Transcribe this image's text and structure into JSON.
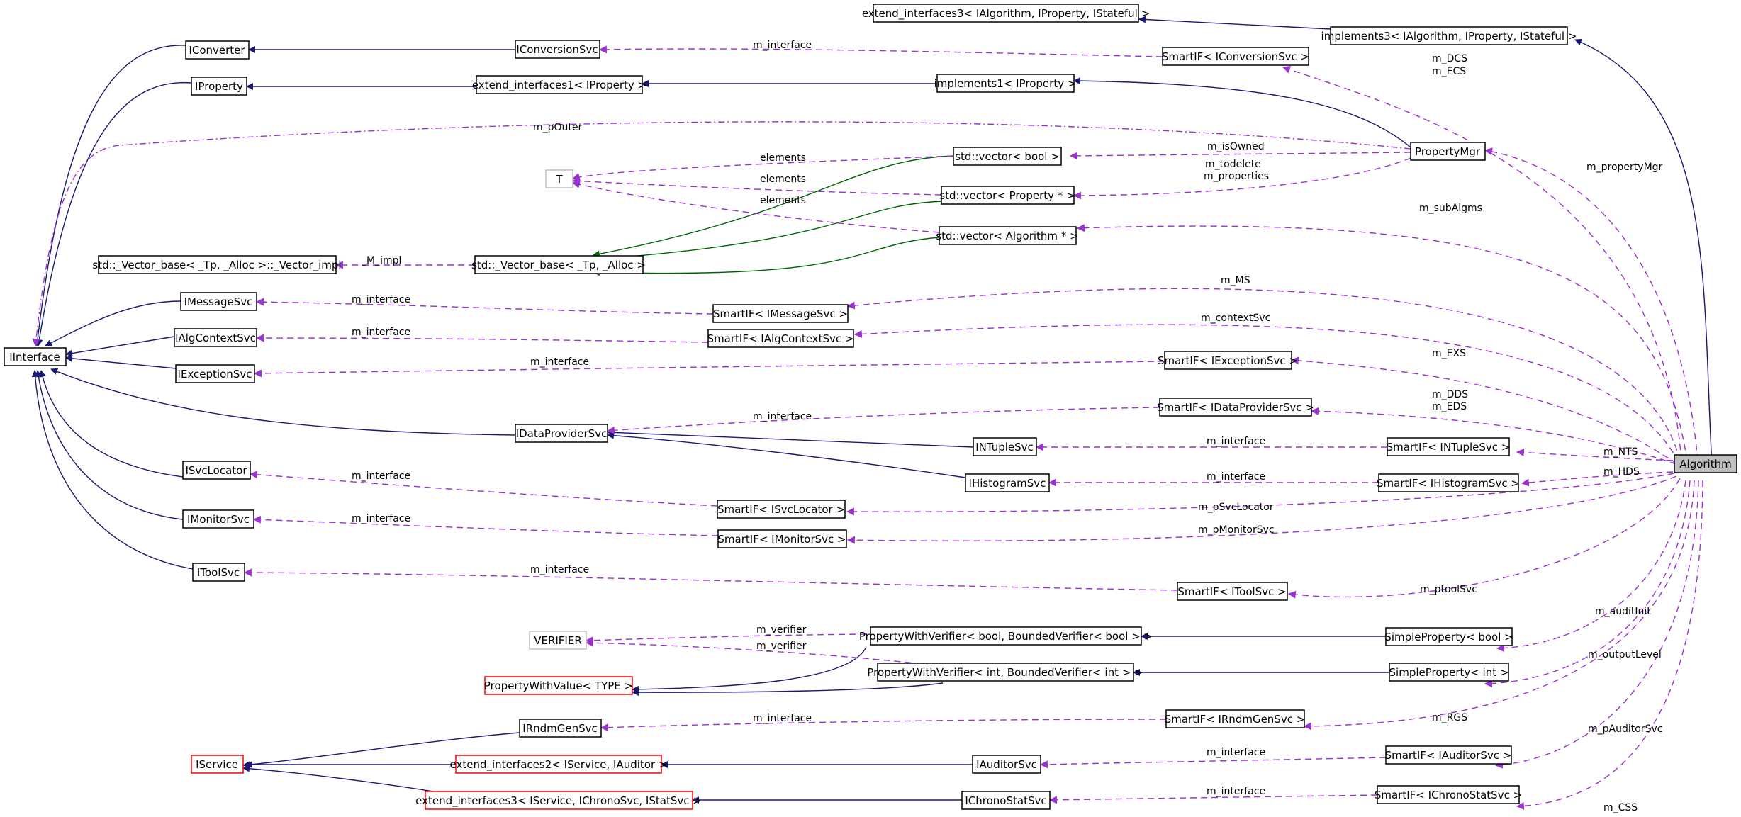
{
  "nodes": {
    "ext3a": "extend_interfaces3< IAlgorithm, IProperty, IStateful >",
    "impl3": "implements3< IAlgorithm, IProperty, IStateful >",
    "iconverter": "IConverter",
    "iconversionsvc": "IConversionSvc",
    "sm_iconversion": "SmartIF< IConversionSvc >",
    "iproperty": "IProperty",
    "ext1": "extend_interfaces1< IProperty >",
    "impl1": "implements1< IProperty >",
    "propertymgr": "PropertyMgr",
    "vec_bool": "std::vector< bool >",
    "t": "T",
    "vec_prop": "std::vector< Property * >",
    "vec_alg": "std::vector< Algorithm * >",
    "vbase_impl": "std::_Vector_base< _Tp, _Alloc >::_Vector_impl",
    "vbase": "std::_Vector_base< _Tp, _Alloc >",
    "imessagesvc": "IMessageSvc",
    "sm_imessage": "SmartIF< IMessageSvc >",
    "ialgcontextsvc": "IAlgContextSvc",
    "sm_ialgcontext": "SmartIF< IAlgContextSvc >",
    "iinterface": "IInterface",
    "iexceptionsvc": "IExceptionSvc",
    "sm_iexception": "SmartIF< IExceptionSvc >",
    "sm_idataprovider": "SmartIF< IDataProviderSvc >",
    "idataprovidersvc": "IDataProviderSvc",
    "intuplesvc": "INTupleSvc",
    "sm_intuple": "SmartIF< INTupleSvc >",
    "algorithm": "Algorithm",
    "isvclocator": "ISvcLocator",
    "ihistogramsvc": "IHistogramSvc",
    "sm_ihistogram": "SmartIF< IHistogramSvc >",
    "sm_isvclocator": "SmartIF< ISvcLocator >",
    "imonitorsvc": "IMonitorSvc",
    "sm_imonitor": "SmartIF< IMonitorSvc >",
    "itoolsvc": "IToolSvc",
    "sm_itool": "SmartIF< IToolSvc >",
    "verifier": "VERIFIER",
    "pwv_bool": "PropertyWithVerifier< bool, BoundedVerifier< bool > >",
    "sp_bool": "SimpleProperty< bool >",
    "pwv_int": "PropertyWithVerifier< int, BoundedVerifier< int > >",
    "sp_int": "SimpleProperty< int >",
    "pwvalue": "PropertyWithValue< TYPE >",
    "irndmgensvc": "IRndmGenSvc",
    "sm_irndmgen": "SmartIF< IRndmGenSvc >",
    "iservice": "IService",
    "ext2": "extend_interfaces2< IService, IAuditor >",
    "iauditorsvc": "IAuditorSvc",
    "sm_iauditor": "SmartIF< IAuditorSvc >",
    "ext3b": "extend_interfaces3< IService, IChronoSvc, IStatSvc >",
    "ichronostatsvc": "IChronoStatSvc",
    "sm_ichronostat": "SmartIF< IChronoStatSvc >"
  },
  "edge_labels": {
    "m_interface": "m_interface",
    "m_dcs": "m_DCS",
    "m_ecs": "m_ECS",
    "m_pouter": "m_pOuter",
    "elements": "elements",
    "m_isowned": "m_isOwned",
    "m_todelete": "m_todelete",
    "m_properties": "m_properties",
    "m_propertymgr": "m_propertyMgr",
    "m_subalgms": "m_subAlgms",
    "m_impl": "_M_impl",
    "m_ms": "m_MS",
    "m_contextsvc": "m_contextSvc",
    "m_exs": "m_EXS",
    "m_dds": "m_DDS",
    "m_eds": "m_EDS",
    "m_nts": "m_NTS",
    "m_hds": "m_HDS",
    "m_psvclocator": "m_pSvcLocator",
    "m_pmonitorsvc": "m_pMonitorSvc",
    "m_ptoolsvc": "m_ptoolSvc",
    "m_auditinit": "m_auditInit",
    "m_verifier": "m_verifier",
    "m_outputlevel": "m_outputLevel",
    "m_rgs": "m_RGS",
    "m_pauditorsvc": "m_pAuditorSvc",
    "m_css": "m_CSS"
  },
  "colors": {
    "inheritance_edge": "#191970",
    "template_edge": "#006400",
    "usage_edge": "#9a32cd",
    "node_border": "#000000",
    "template_node_border": "#ff0000",
    "undocumented_node_border": "#bfbfbf",
    "highlight_fill": "#bfbfbf"
  }
}
